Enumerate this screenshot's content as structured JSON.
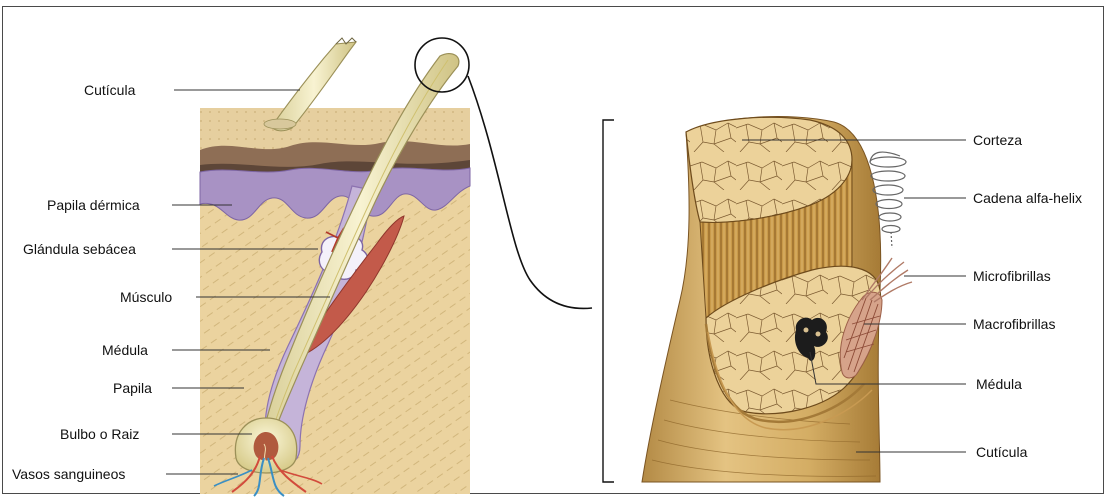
{
  "skin_labels": {
    "cuticula": "Cutícula",
    "papila_dermica": "Papila dérmica",
    "glandula_sebacea": "Glándula sebácea",
    "musculo": "Músculo",
    "medula": "Médula",
    "papila": "Papila",
    "bulbo": "Bulbo o Raiz",
    "vasos": "Vasos sanguineos"
  },
  "hair_labels": {
    "corteza": "Corteza",
    "cadena": "Cadena alfa-helix",
    "microfibrillas": "Microfibrillas",
    "macrofibrillas": "Macrofibrillas",
    "medula": "Médula",
    "cuticula": "Cutícula"
  },
  "colors": {
    "skin_tan": "#e9cf98",
    "epidermis_brown": "#8b6a52",
    "dermis_purple": "#a58fc0",
    "hair_cream": "#f2ecc2",
    "muscle_red": "#c2594a",
    "fiber_gold": "#c9a24f"
  }
}
